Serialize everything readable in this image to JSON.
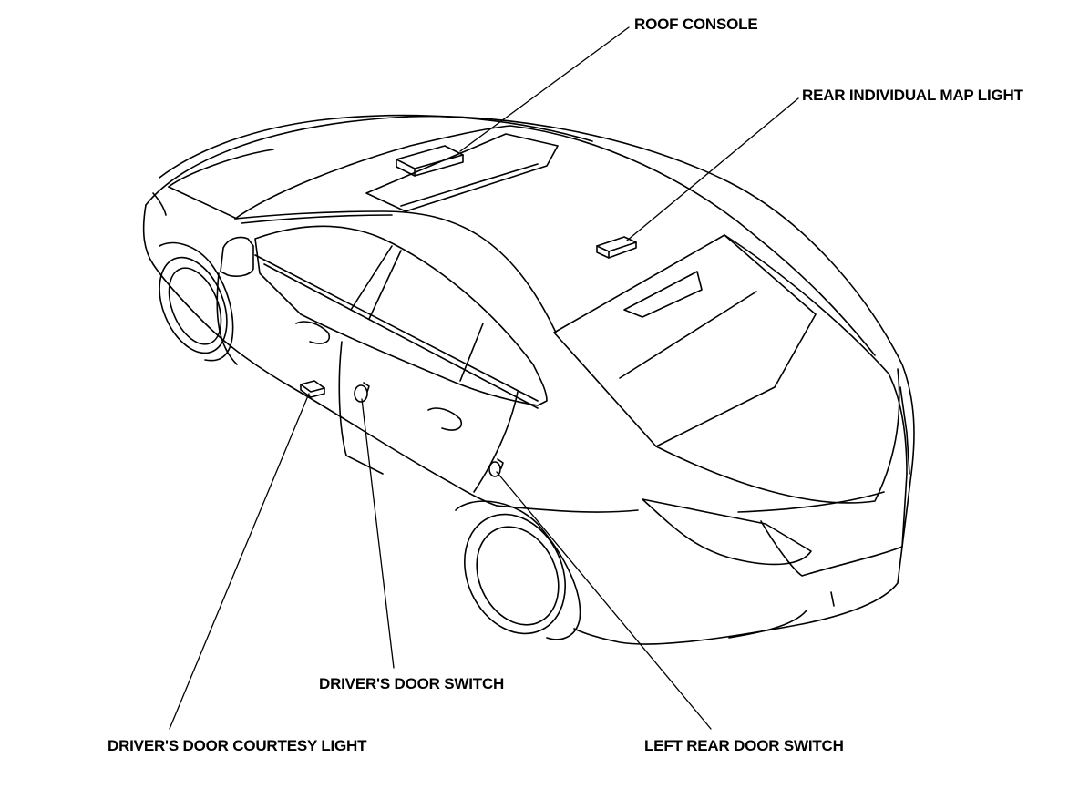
{
  "labels": {
    "roof_console": "ROOF CONSOLE",
    "rear_individual_map_light": "REAR INDIVIDUAL MAP LIGHT",
    "drivers_door_switch": "DRIVER'S DOOR SWITCH",
    "drivers_door_courtesy_light": "DRIVER'S DOOR COURTESY LIGHT",
    "left_rear_door_switch": "LEFT REAR DOOR SWITCH"
  },
  "colors": {
    "line": "#000000",
    "background": "#ffffff"
  }
}
